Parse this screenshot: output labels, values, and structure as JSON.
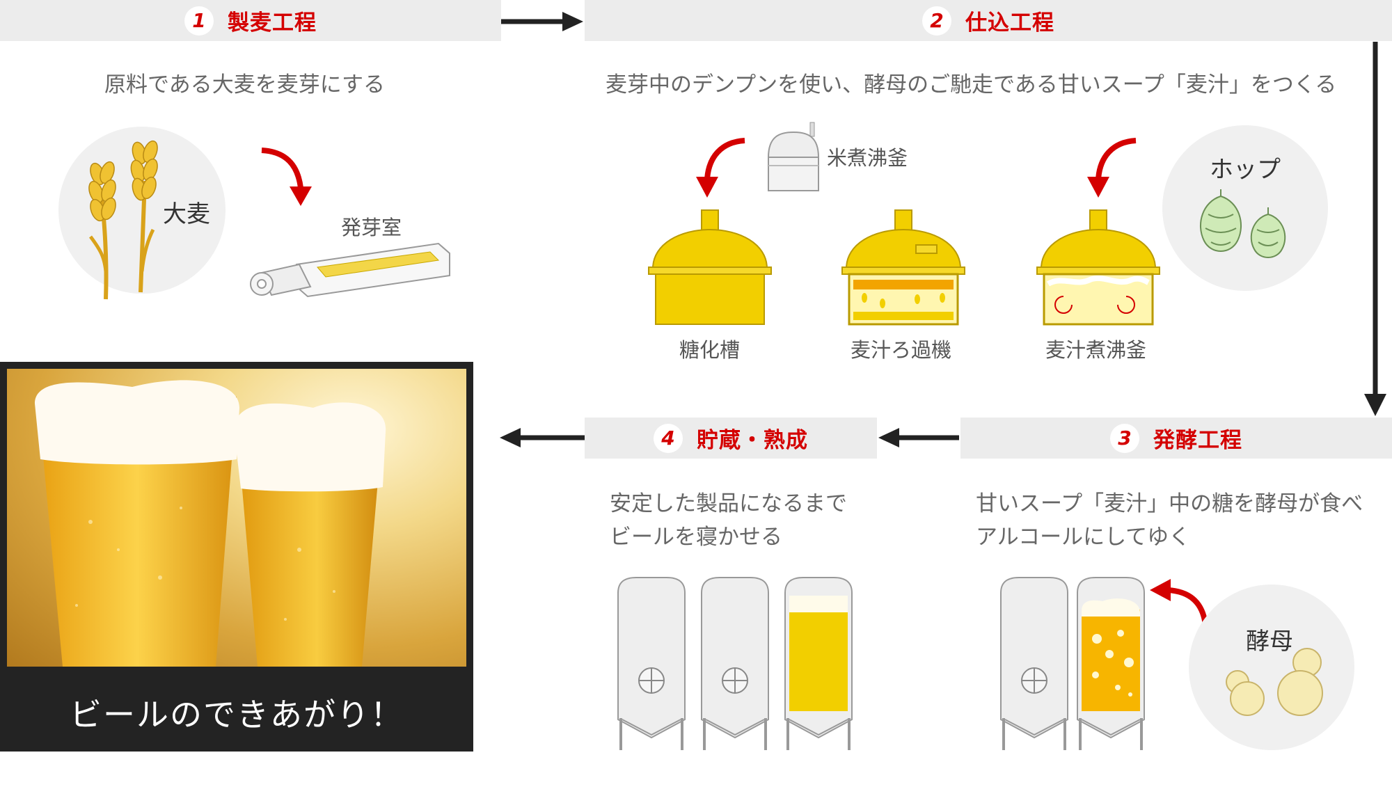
{
  "steps": [
    {
      "number": "1",
      "title": "製麦工程",
      "description": "原料である大麦を麦芽にする"
    },
    {
      "number": "2",
      "title": "仕込工程",
      "description": "麦芽中のデンプンを使い、酵母のご馳走である甘いスープ「麦汁」をつくる"
    },
    {
      "number": "3",
      "title": "発酵工程",
      "description_lines": [
        "甘いスープ「麦汁」中の糖を酵母が食べ",
        "アルコールにしてゆく"
      ]
    },
    {
      "number": "4",
      "title": "貯蔵・熟成",
      "description_lines": [
        "安定した製品になるまで",
        "ビールを寝かせる"
      ]
    }
  ],
  "labels": {
    "barley": "大麦",
    "germination_room": "発芽室",
    "rice_cooker": "米煮沸釜",
    "hop": "ホップ",
    "mash_tun": "糖化槽",
    "lauter_tun": "麦汁ろ過機",
    "wort_kettle": "麦汁煮沸釜",
    "yeast": "酵母"
  },
  "final": {
    "caption": "ビールのできあがり！"
  },
  "colors": {
    "accent": "#d40000",
    "header_bg": "#ececec",
    "gold": "#f2cf00",
    "arrow": "#222222"
  }
}
